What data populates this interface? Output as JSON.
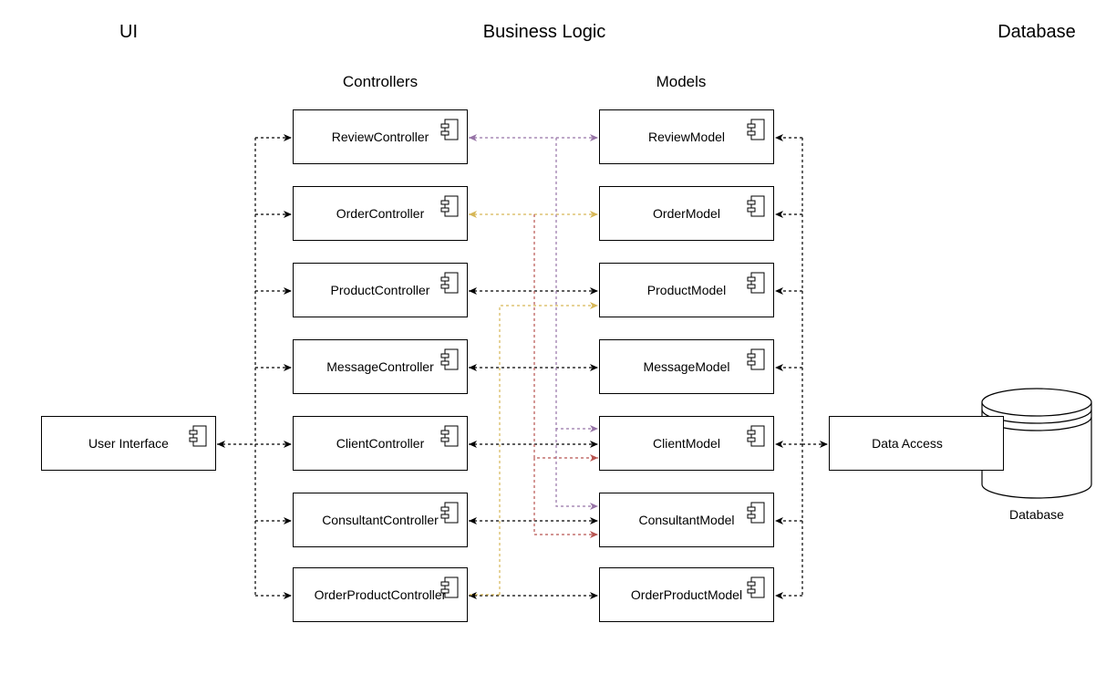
{
  "headers": {
    "ui": "UI",
    "business": "Business Logic",
    "database": "Database"
  },
  "subheaders": {
    "controllers": "Controllers",
    "models": "Models"
  },
  "ui_box": "User Interface",
  "controllers": [
    "ReviewController",
    "OrderController",
    "ProductController",
    "MessageController",
    "ClientController",
    "ConsultantController",
    "OrderProductController"
  ],
  "models": [
    "ReviewModel",
    "OrderModel",
    "ProductModel",
    "MessageModel",
    "ClientModel",
    "ConsultantModel",
    "OrderProductModel"
  ],
  "data_access": "Data Access",
  "database_label": "Database",
  "icons": {
    "component": "component-icon",
    "database": "database-cylinder-icon"
  },
  "colors": {
    "black": "#000000",
    "purple": "#9673a6",
    "gold": "#d6b656",
    "red": "#b85450"
  }
}
